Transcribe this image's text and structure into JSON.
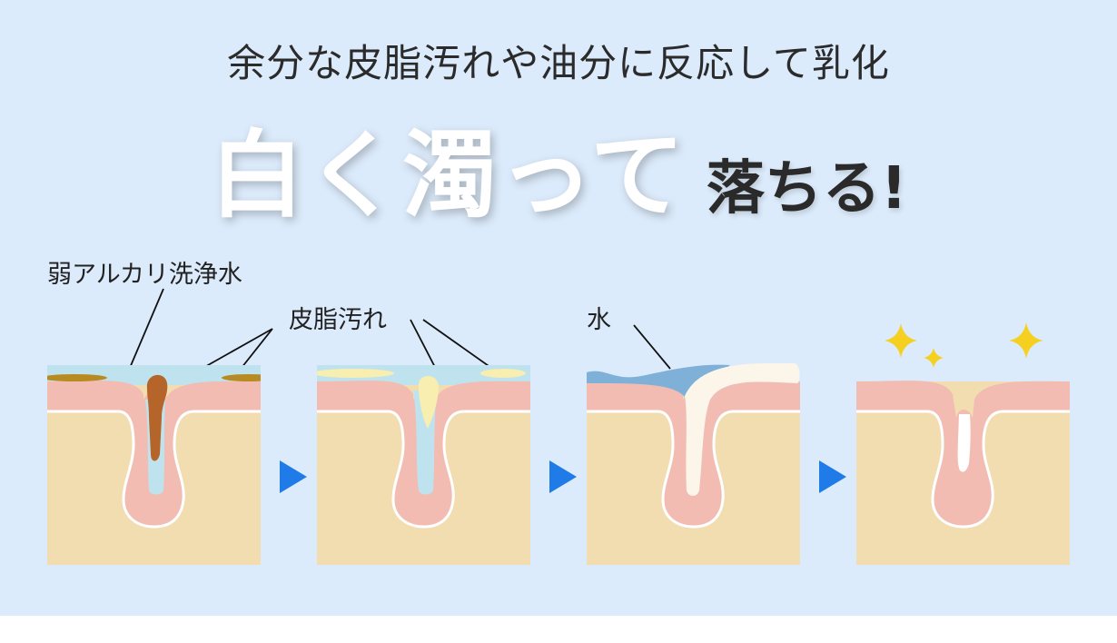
{
  "header": {
    "subtitle": "余分な皮脂汚れや油分に反応して乳化",
    "headline_white": "白く濁って",
    "headline_dark": "落ちる!"
  },
  "labels": {
    "alkaline_water": "弱アルカリ洗浄水",
    "sebum": "皮脂汚れ",
    "water": "水"
  },
  "colors": {
    "background": "#dcebfb",
    "skin_pink": "#f2bcb3",
    "tissue_tan": "#f2ddb0",
    "water_blue": "#bfe3ee",
    "sebum_brown": "#b5652a",
    "arrow": "#1f7be8",
    "sparkle": "#f5d020"
  },
  "steps": [
    "dirty",
    "emulsifying",
    "rinsing",
    "clean"
  ]
}
